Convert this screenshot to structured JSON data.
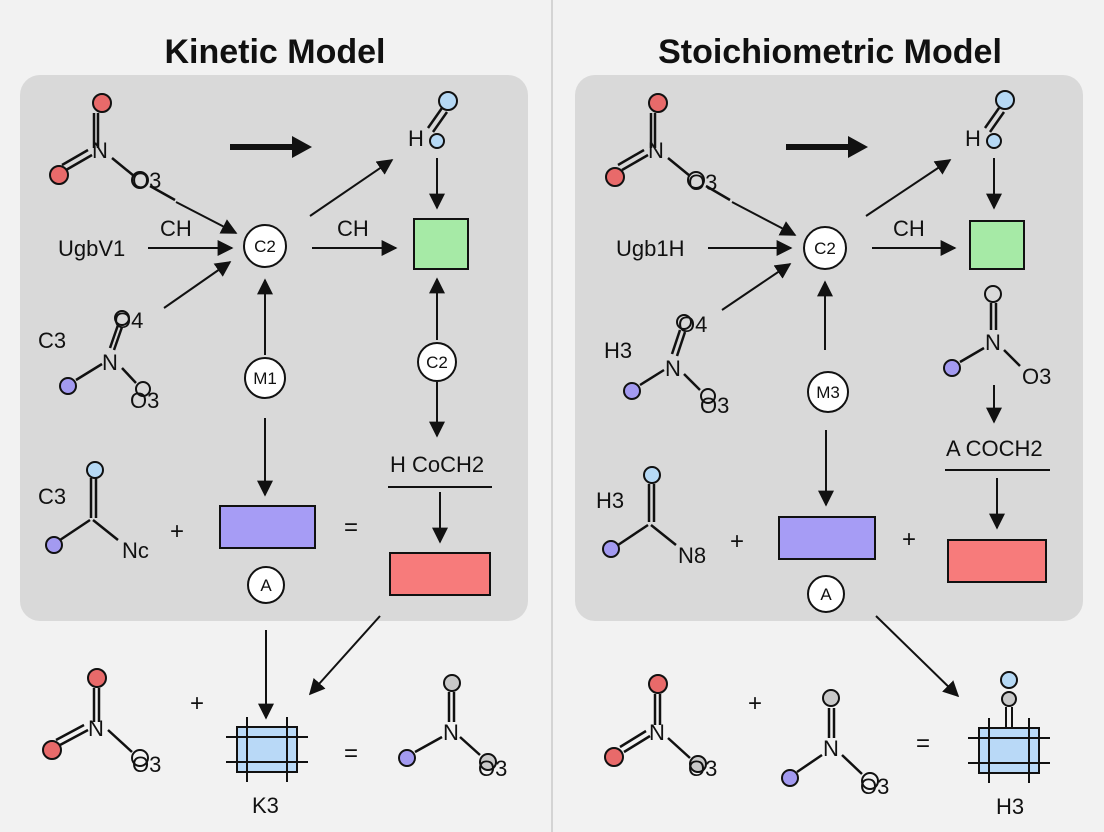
{
  "left_panel": {
    "title": "Kinetic Model",
    "labels": {
      "o3_top": "O3",
      "h_top": "H",
      "ch_in": "CH",
      "ch_out": "CH",
      "ug_v1": "UgbV1",
      "c3_mid": "C3",
      "o4_mid": "O4",
      "o3_mid": "O3",
      "c3_bottom": "C3",
      "nc": "Nc",
      "plus": "+",
      "equals": "=",
      "h_coch2": "H  CoCH2",
      "node_c2_center": "C2",
      "node_c2_right": "C2",
      "node_m1": "M1",
      "node_a": "A"
    }
  },
  "right_panel": {
    "title": "Stoichiometric Model",
    "labels": {
      "o3_top": "O3",
      "h_top": "H",
      "ch_out": "CH",
      "ug_1h": "Ugb1H",
      "h3_mid": "H3",
      "o4_mid": "O4",
      "o3_mid": "O3",
      "o3_right": "O3",
      "a_coch2": "A  COCH2",
      "h3_bottom": "H3",
      "n8": "N8",
      "plus1": "+",
      "plus2": "+",
      "node_c2_center": "C2",
      "node_m3": "M3",
      "node_a": "A"
    }
  },
  "bottom_left": {
    "o3_a": "O3",
    "plus": "+",
    "equals": "=",
    "o3_b": "O3",
    "k3": "K3"
  },
  "bottom_right": {
    "o3_a": "O3",
    "plus": "+",
    "o3_b": "O3",
    "equals": "=",
    "h3": "H3"
  },
  "colors": {
    "panel": "#d9d9d9",
    "atom_red": "#e86a6a",
    "atom_blue": "#b6d9f5",
    "atom_purple": "#a39af0",
    "atom_gray": "#c9c9c9",
    "box_green": "#a6eaa6",
    "box_purple": "#a69cf5",
    "box_red": "#f77b7b",
    "box_blue": "#b9d9f7"
  }
}
